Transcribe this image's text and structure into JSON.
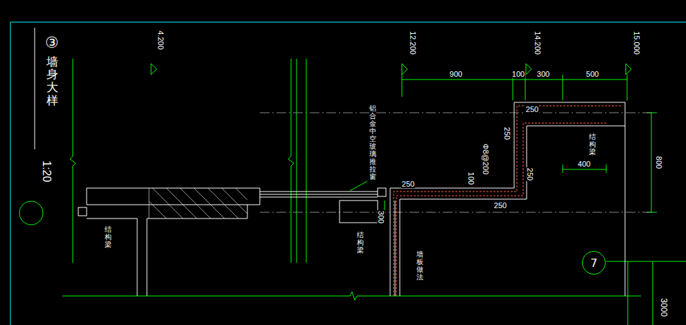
{
  "diagram": {
    "title": "墙身大样",
    "nodes": [
      {
        "text": [
          "7"
        ]
      }
    ],
    "labels": [
      "③",
      "1:20",
      "4.200",
      "12.200",
      "14.200",
      "15.000",
      "900",
      "100",
      "300",
      "500",
      "800",
      "铝合金中空玻璃推拉窗",
      "250",
      "250",
      "250",
      "Φ8@200",
      "100",
      "250",
      "250",
      "结构梁",
      "400",
      "结构梁",
      "300",
      "结构梁",
      "墙板做法",
      "3000"
    ]
  }
}
